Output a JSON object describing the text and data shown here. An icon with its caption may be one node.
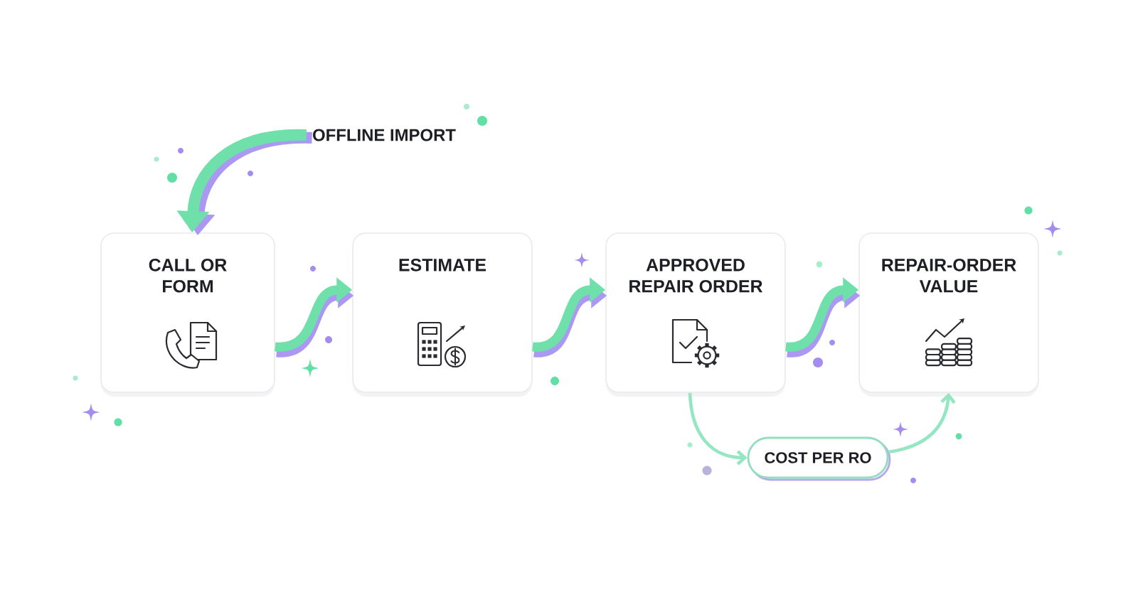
{
  "diagram": {
    "nodes": [
      {
        "text": [
          "OFFLINE IMPORT"
        ]
      },
      {
        "text": [
          "CALL OR FORM"
        ]
      },
      {
        "text": [
          "ESTIMATE"
        ]
      },
      {
        "text": [
          "APPROVED REPAIR ORDER"
        ]
      },
      {
        "text": [
          "REPAIR-ORDER VALUE"
        ]
      },
      {
        "text": [
          "COST PER RO"
        ]
      }
    ],
    "edges": [
      {
        "from": 0,
        "to": 1,
        "arrow": "to"
      },
      {
        "from": 1,
        "to": 2,
        "arrow": "to"
      },
      {
        "from": 2,
        "to": 3,
        "arrow": "to"
      },
      {
        "from": 3,
        "to": 4,
        "arrow": "to"
      },
      {
        "from": 3,
        "to": 5,
        "arrow": "to",
        "color": "#95e6c2"
      },
      {
        "from": 5,
        "to": 4,
        "arrow": "to",
        "color": "#95e6c2"
      }
    ]
  }
}
